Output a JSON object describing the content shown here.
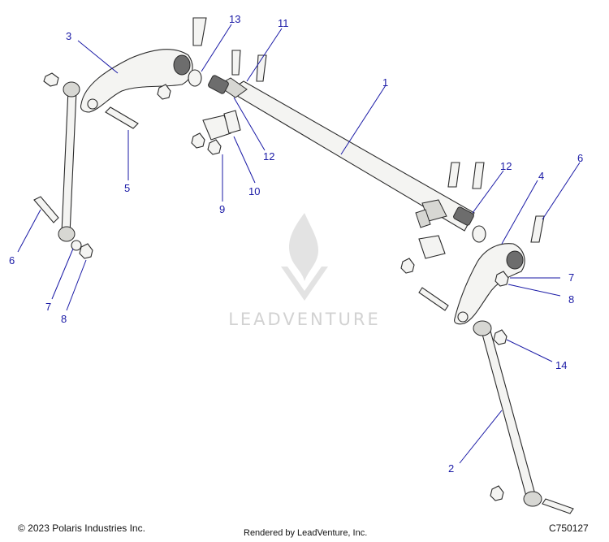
{
  "callouts": [
    {
      "id": "callout-1",
      "label": "1"
    },
    {
      "id": "callout-2",
      "label": "2"
    },
    {
      "id": "callout-3",
      "label": "3"
    },
    {
      "id": "callout-4",
      "label": "4"
    },
    {
      "id": "callout-5",
      "label": "5"
    },
    {
      "id": "callout-6-left",
      "label": "6"
    },
    {
      "id": "callout-6-right",
      "label": "6"
    },
    {
      "id": "callout-7-left",
      "label": "7"
    },
    {
      "id": "callout-7-right",
      "label": "7"
    },
    {
      "id": "callout-8-left",
      "label": "8"
    },
    {
      "id": "callout-8-right",
      "label": "8"
    },
    {
      "id": "callout-9",
      "label": "9"
    },
    {
      "id": "callout-10",
      "label": "10"
    },
    {
      "id": "callout-11",
      "label": "11"
    },
    {
      "id": "callout-12-upper",
      "label": "12"
    },
    {
      "id": "callout-12-right",
      "label": "12"
    },
    {
      "id": "callout-13",
      "label": "13"
    },
    {
      "id": "callout-14",
      "label": "14"
    }
  ],
  "watermark": {
    "text": "LEADVENTURE",
    "color": "#d2d2d2"
  },
  "footer": {
    "copyright": "© 2023 Polaris Industries Inc.",
    "rendered_by": "Rendered by LeadVenture, Inc.",
    "drawing_id": "C750127"
  },
  "colors": {
    "callout": "#1a1aa6",
    "outline": "#2a2a2a",
    "part_fill": "#f4f4f2"
  }
}
